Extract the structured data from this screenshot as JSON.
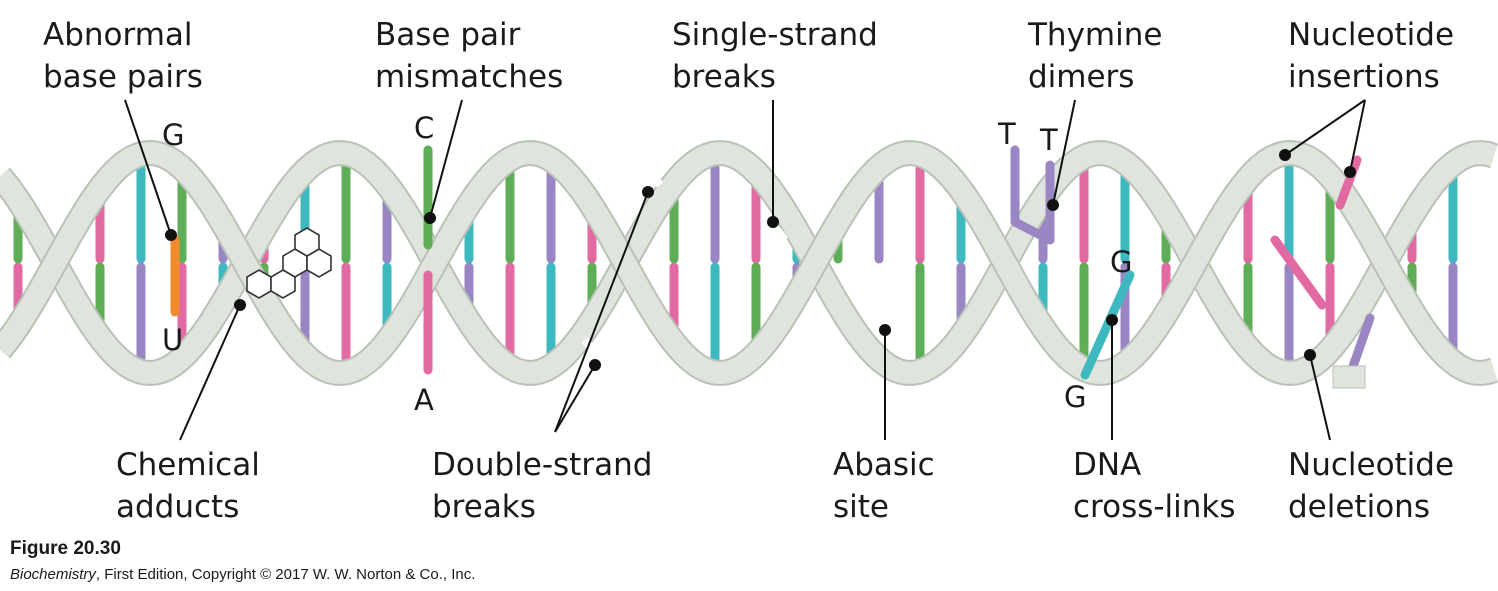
{
  "labels": {
    "abnormal_base_pairs": [
      "Abnormal",
      "base pairs"
    ],
    "base_pair_mismatches": [
      "Base pair",
      "mismatches"
    ],
    "single_strand_breaks": [
      "Single-strand",
      "breaks"
    ],
    "thymine_dimers": [
      "Thymine",
      "dimers"
    ],
    "nucleotide_insertions": [
      "Nucleotide",
      "insertions"
    ],
    "chemical_adducts": [
      "Chemical",
      "adducts"
    ],
    "double_strand_breaks": [
      "Double-strand",
      "breaks"
    ],
    "abasic_site": [
      "Abasic",
      "site"
    ],
    "dna_cross_links": [
      "DNA",
      "cross-links"
    ],
    "nucleotide_deletions": [
      "Nucleotide",
      "deletions"
    ]
  },
  "bases": {
    "g_top": "G",
    "u_bottom": "U",
    "c_top": "C",
    "a_bottom": "A",
    "t_left": "T",
    "t_right": "T",
    "g_crosslink_top": "G",
    "g_crosslink_bottom": "G"
  },
  "figure": {
    "number": "Figure 20.30",
    "book": "Biochemistry",
    "credit": ", First Edition, Copyright © 2017 W. W. Norton & Co., Inc."
  },
  "colors": {
    "backbone": "#dfe5dc",
    "backbone_edge": "#b9c2b6",
    "green": "#5fae57",
    "purple": "#9b86c4",
    "pink": "#e26aa3",
    "teal": "#3fb9c0",
    "orange": "#f28a2e",
    "leader": "#111111"
  }
}
